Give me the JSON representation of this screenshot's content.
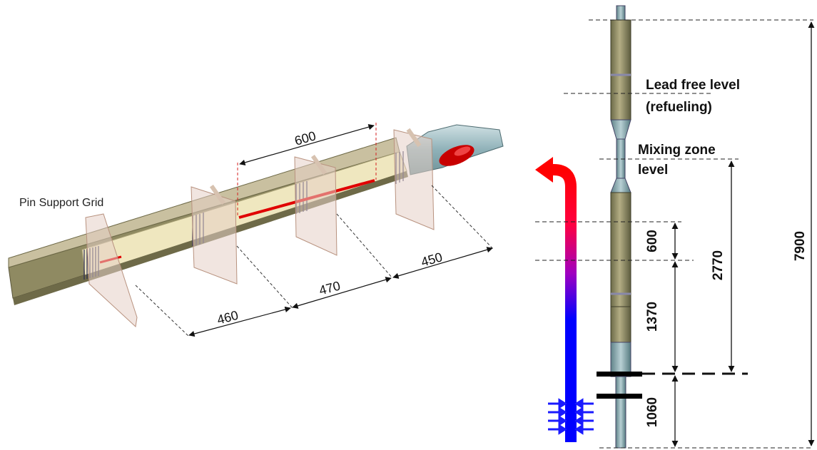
{
  "left_view": {
    "grid_label": "Pin Support Grid",
    "dims": {
      "d600": "600",
      "d460": "460",
      "d470": "470",
      "d450": "450"
    }
  },
  "right_view": {
    "lead_free_line1": "Lead free level",
    "lead_free_line2": "(refueling)",
    "mixing_line1": "Mixing zone",
    "mixing_line2": "level",
    "dims": {
      "d600": "600",
      "d1370": "1370",
      "d1060": "1060",
      "d2770": "2770",
      "d7900": "7900"
    }
  },
  "colors": {
    "hot": "#ff0000",
    "cold": "#0000ff",
    "bundle_top": "#c9c0a0",
    "bundle_side": "#8f8a62",
    "bundle_face": "#efe7bf",
    "grid_plane": "#e6cfc6",
    "highlight": "#e00000",
    "nozzle": "#8fb1b8"
  },
  "icons": [
    "flow-arrow-icon",
    "inlet-arrows-icon"
  ]
}
